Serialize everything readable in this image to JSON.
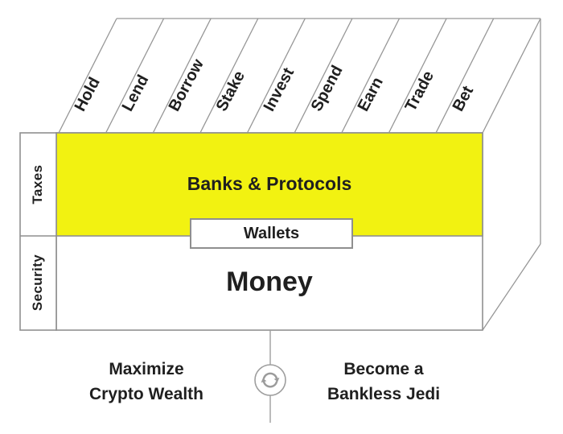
{
  "diagram": {
    "title_implied": "Bankless money stack",
    "actions": [
      "Hold",
      "Lend",
      "Borrow",
      "Stake",
      "Invest",
      "Spend",
      "Earn",
      "Trade",
      "Bet"
    ],
    "left_rows": [
      {
        "label": "Taxes"
      },
      {
        "label": "Security"
      }
    ],
    "layers": {
      "banks_protocols": "Banks & Protocols",
      "wallets": "Wallets",
      "money": "Money"
    },
    "footer": {
      "left": {
        "line1": "Maximize",
        "line2": "Crypto Wealth"
      },
      "right": {
        "line1": "Become a",
        "line2": "Bankless Jedi"
      },
      "icon": "refresh-cycle-icon"
    },
    "colors": {
      "highlight_yellow": "#f2f211",
      "line_gray": "#8f8f8f",
      "text_dark": "#1f1f1f",
      "icon_gray": "#9b9b9b"
    }
  }
}
